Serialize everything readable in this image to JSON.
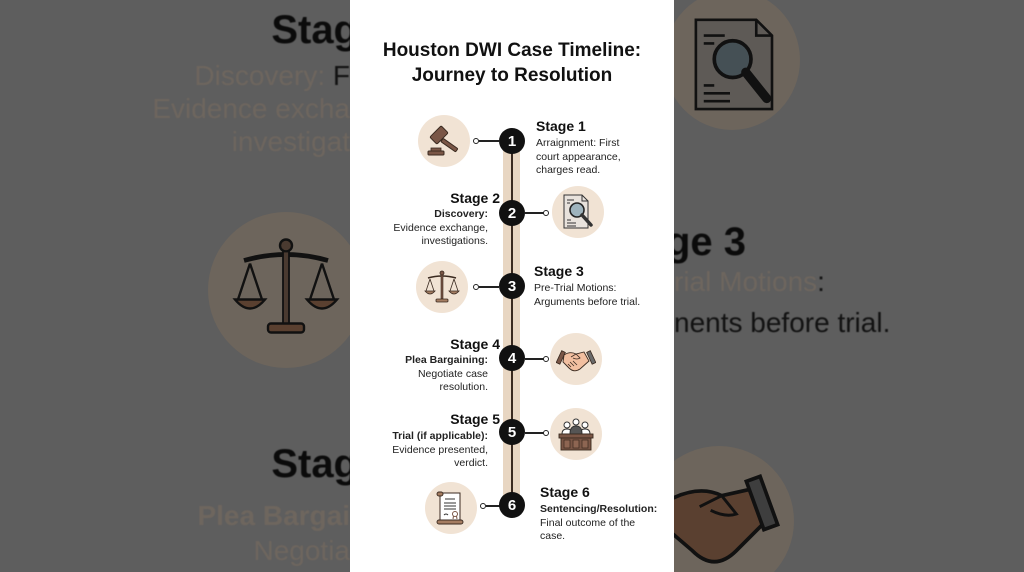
{
  "title": {
    "line1": "Houston DWI Case Timeline:",
    "line2": "Journey to Resolution"
  },
  "colors": {
    "spine": "#e8d6c2",
    "icon_circle": "#f1e3d4",
    "icon_brown": "#7a5646",
    "node": "#111111",
    "background": "#5c5c5c"
  },
  "stages": [
    {
      "number": "1",
      "title": "Stage 1",
      "label": "Arraignment:",
      "desc_line1": "First",
      "desc_line2": "court appearance,",
      "desc_line3": "charges read.",
      "icon": "gavel-icon",
      "side": "right"
    },
    {
      "number": "2",
      "title": "Stage 2",
      "label": "Discovery:",
      "desc_line1": "Evidence exchange,",
      "desc_line2": "investigations.",
      "icon": "document-search-icon",
      "side": "left"
    },
    {
      "number": "3",
      "title": "Stage 3",
      "label": "Pre-Trial Motions:",
      "desc_line1": "Arguments before trial.",
      "icon": "scales-icon",
      "side": "right"
    },
    {
      "number": "4",
      "title": "Stage 4",
      "label": "Plea Bargaining:",
      "desc_line1": "Negotiate case",
      "desc_line2": "resolution.",
      "icon": "handshake-icon",
      "side": "left"
    },
    {
      "number": "5",
      "title": "Stage 5",
      "label": "Trial (if applicable):",
      "desc_line1": "Evidence presented,",
      "desc_line2": "verdict.",
      "icon": "jury-icon",
      "side": "left"
    },
    {
      "number": "6",
      "title": "Stage 6",
      "label": "Sentencing/Resolution:",
      "desc_line1": "Final outcome of the",
      "desc_line2": "case.",
      "icon": "scroll-certificate-icon",
      "side": "right"
    }
  ],
  "background": {
    "left": {
      "stage_top": "Stag",
      "discovery_label": "Discovery:",
      "discovery_rest": "F",
      "discovery_line2": "Evidence excha",
      "discovery_line3": "investigat",
      "stage_bottom": "Stag",
      "plea_label": "Plea Bargai",
      "plea_line2": "Negotia"
    },
    "right": {
      "stage": "ge 3",
      "motions_label": "rial Motions",
      "motions_colon": ":",
      "motions_line2": "nents before trial."
    }
  }
}
